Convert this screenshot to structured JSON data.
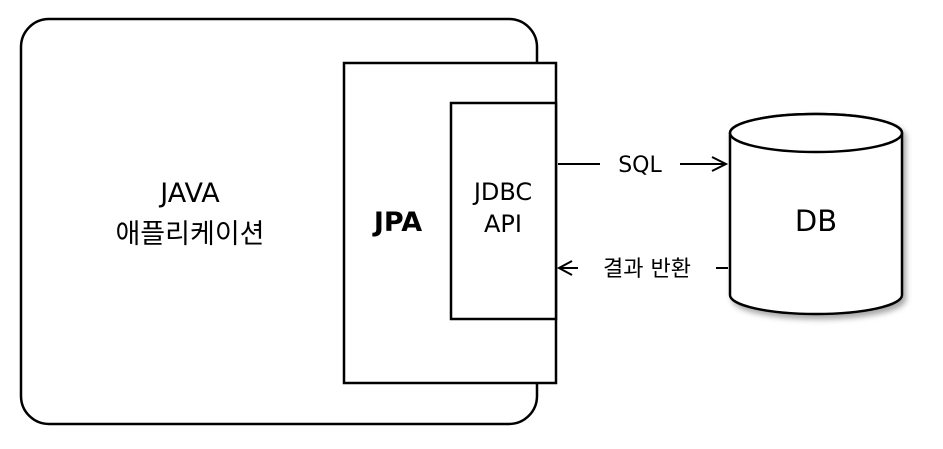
{
  "app": {
    "line1": "JAVA",
    "line2": "애플리케이션"
  },
  "jpa": {
    "label": "JPA"
  },
  "jdbc": {
    "line1": "JDBC",
    "line2": "API"
  },
  "edges": {
    "sql": "SQL",
    "result": "결과 반환"
  },
  "db": {
    "label": "DB"
  },
  "colors": {
    "stroke": "#000000",
    "fill": "#ffffff"
  }
}
